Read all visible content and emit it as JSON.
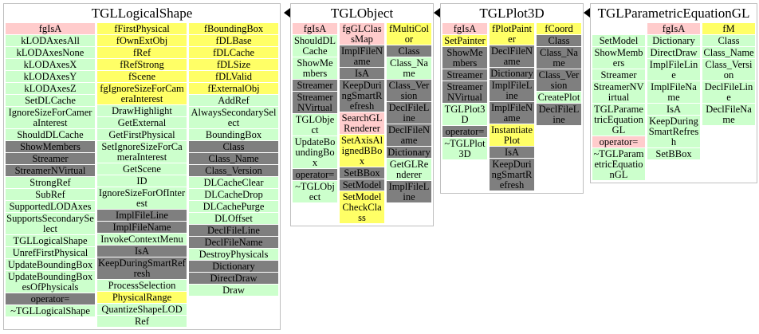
{
  "colors": {
    "p": "#ffcccc",
    "g": "#ccffcc",
    "y": "#ffff66",
    "d": "#7f7f7f"
  },
  "classes": [
    {
      "title": "TGLLogicalShape",
      "columns": [
        [
          [
            "fgIsA",
            "p"
          ],
          [
            "kLODAxesAll",
            "g"
          ],
          [
            "kLODAxesNone",
            "g"
          ],
          [
            "kLODAxesX",
            "g"
          ],
          [
            "kLODAxesY",
            "g"
          ],
          [
            "kLODAxesZ",
            "g"
          ],
          [
            "SetDLCache",
            "g"
          ],
          [
            "IgnoreSizeForCameraInterest",
            "g"
          ],
          [
            "ShouldDLCache",
            "g"
          ],
          [
            "ShowMembers",
            "d"
          ],
          [
            "Streamer",
            "d"
          ],
          [
            "StreamerNVirtual",
            "d"
          ],
          [
            "StrongRef",
            "g"
          ],
          [
            "SubRef",
            "g"
          ],
          [
            "SupportedLODAxes",
            "g"
          ],
          [
            "SupportsSecondarySelect",
            "g"
          ],
          [
            "TGLLogicalShape",
            "g"
          ],
          [
            "UnrefFirstPhysical",
            "g"
          ],
          [
            "UpdateBoundingBox",
            "g"
          ],
          [
            "UpdateBoundingBoxesOfPhysicals",
            "g"
          ],
          [
            "operator=",
            "d"
          ],
          [
            "~TGLLogicalShape",
            "g"
          ]
        ],
        [
          [
            "fFirstPhysical",
            "y"
          ],
          [
            "fOwnExtObj",
            "y"
          ],
          [
            "fRef",
            "y"
          ],
          [
            "fRefStrong",
            "y"
          ],
          [
            "fScene",
            "y"
          ],
          [
            "fgIgnoreSizeForCameraInterest",
            "y"
          ],
          [
            "DrawHighlight",
            "g"
          ],
          [
            "GetExternal",
            "g"
          ],
          [
            "GetFirstPhysical",
            "g"
          ],
          [
            "SetIgnoreSizeForCameraInterest",
            "g"
          ],
          [
            "GetScene",
            "g"
          ],
          [
            "ID",
            "g"
          ],
          [
            "IgnoreSizeForOfInterest",
            "g"
          ],
          [
            "ImplFileLine",
            "d"
          ],
          [
            "ImplFileName",
            "d"
          ],
          [
            "InvokeContextMenu",
            "g"
          ],
          [
            "IsA",
            "d"
          ],
          [
            "KeepDuringSmartRefresh",
            "d"
          ],
          [
            "ProcessSelection",
            "g"
          ],
          [
            "PhysicalRange",
            "y"
          ],
          [
            "QuantizeShapeLOD",
            "g"
          ],
          [
            "Ref",
            "g"
          ]
        ],
        [
          [
            "fBoundingBox",
            "y"
          ],
          [
            "fDLBase",
            "y"
          ],
          [
            "fDLCache",
            "y"
          ],
          [
            "fDLSize",
            "y"
          ],
          [
            "fDLValid",
            "y"
          ],
          [
            "fExternalObj",
            "y"
          ],
          [
            "AddRef",
            "g"
          ],
          [
            "AlwaysSecondarySelect",
            "g"
          ],
          [
            "BoundingBox",
            "g"
          ],
          [
            "Class",
            "d"
          ],
          [
            "Class_Name",
            "d"
          ],
          [
            "Class_Version",
            "d"
          ],
          [
            "DLCacheClear",
            "g"
          ],
          [
            "DLCacheDrop",
            "g"
          ],
          [
            "DLCachePurge",
            "g"
          ],
          [
            "DLOffset",
            "g"
          ],
          [
            "DeclFileLine",
            "d"
          ],
          [
            "DeclFileName",
            "d"
          ],
          [
            "DestroyPhysicals",
            "g"
          ],
          [
            "Dictionary",
            "d"
          ],
          [
            "DirectDraw",
            "d"
          ],
          [
            "Draw",
            "g"
          ]
        ]
      ]
    },
    {
      "title": "TGLObject",
      "columns": [
        [
          [
            "fgIsA",
            "p"
          ],
          [
            "ShouldDLCache",
            "g"
          ],
          [
            "ShowMembers",
            "g"
          ],
          [
            "Streamer",
            "d"
          ],
          [
            "StreamerNVirtual",
            "d"
          ],
          [
            "TGLObject",
            "g"
          ],
          [
            "UpdateBoundingBox",
            "g"
          ],
          [
            "operator=",
            "d"
          ],
          [
            "~TGLObject",
            "g"
          ]
        ],
        [
          [
            "fgGLClassMap",
            "p"
          ],
          [
            "ImplFileName",
            "d"
          ],
          [
            "IsA",
            "d"
          ],
          [
            "KeepDuringSmartRefresh",
            "d"
          ],
          [
            "SearchGLRenderer",
            "p"
          ],
          [
            "SetAxisAlignedBBox",
            "y"
          ],
          [
            "SetBBox",
            "d"
          ],
          [
            "SetModel",
            "d"
          ],
          [
            "SetModelCheckClass",
            "y"
          ]
        ],
        [
          [
            "fMultiColor",
            "y"
          ],
          [
            "Class",
            "d"
          ],
          [
            "Class_Name",
            "g"
          ],
          [
            "Class_Version",
            "d"
          ],
          [
            "DeclFileLine",
            "d"
          ],
          [
            "DeclFileName",
            "d"
          ],
          [
            "Dictionary",
            "d"
          ],
          [
            "GetGLRenderer",
            "g"
          ],
          [
            "ImplFileLine",
            "d"
          ]
        ]
      ]
    },
    {
      "title": "TGLPlot3D",
      "columns": [
        [
          [
            "fgIsA",
            "p"
          ],
          [
            "SetPainter",
            "y"
          ],
          [
            "ShowMembers",
            "d"
          ],
          [
            "Streamer",
            "d"
          ],
          [
            "StreamerNVirtual",
            "d"
          ],
          [
            "TGLPlot3D",
            "g"
          ],
          [
            "operator=",
            "d"
          ],
          [
            "~TGLPlot3D",
            "g"
          ]
        ],
        [
          [
            "fPlotPainter",
            "y"
          ],
          [
            "DeclFileName",
            "d"
          ],
          [
            "Dictionary",
            "d"
          ],
          [
            "ImplFileLine",
            "d"
          ],
          [
            "ImplFileName",
            "d"
          ],
          [
            "InstantiatePlot",
            "y"
          ],
          [
            "IsA",
            "d"
          ],
          [
            "KeepDuringSmartRefresh",
            "d"
          ]
        ],
        [
          [
            "fCoord",
            "y"
          ],
          [
            "Class",
            "d"
          ],
          [
            "Class_Name",
            "d"
          ],
          [
            "Class_Version",
            "d"
          ],
          [
            "CreatePlot",
            "g"
          ],
          [
            "DeclFileLine",
            "d"
          ]
        ]
      ]
    },
    {
      "title": "TGLParametricEquationGL",
      "columns": [
        [
          null,
          [
            "SetModel",
            "g"
          ],
          [
            "ShowMembers",
            "g"
          ],
          [
            "Streamer",
            "g"
          ],
          [
            "StreamerNVirtual",
            "g"
          ],
          [
            "TGLParametricEquationGL",
            "g"
          ],
          [
            "operator=",
            "p"
          ],
          [
            "~TGLParametricEquationGL",
            "g"
          ]
        ],
        [
          [
            "fgIsA",
            "p"
          ],
          [
            "Dictionary",
            "g"
          ],
          [
            "DirectDraw",
            "g"
          ],
          [
            "ImplFileLine",
            "g"
          ],
          [
            "ImplFileName",
            "g"
          ],
          [
            "IsA",
            "g"
          ],
          [
            "KeepDuringSmartRefresh",
            "g"
          ],
          [
            "SetBBox",
            "g"
          ]
        ],
        [
          [
            "fM",
            "y"
          ],
          [
            "Class",
            "g"
          ],
          [
            "Class_Name",
            "g"
          ],
          [
            "Class_Version",
            "g"
          ],
          [
            "DeclFileLine",
            "g"
          ],
          [
            "DeclFileName",
            "g"
          ]
        ]
      ]
    }
  ]
}
